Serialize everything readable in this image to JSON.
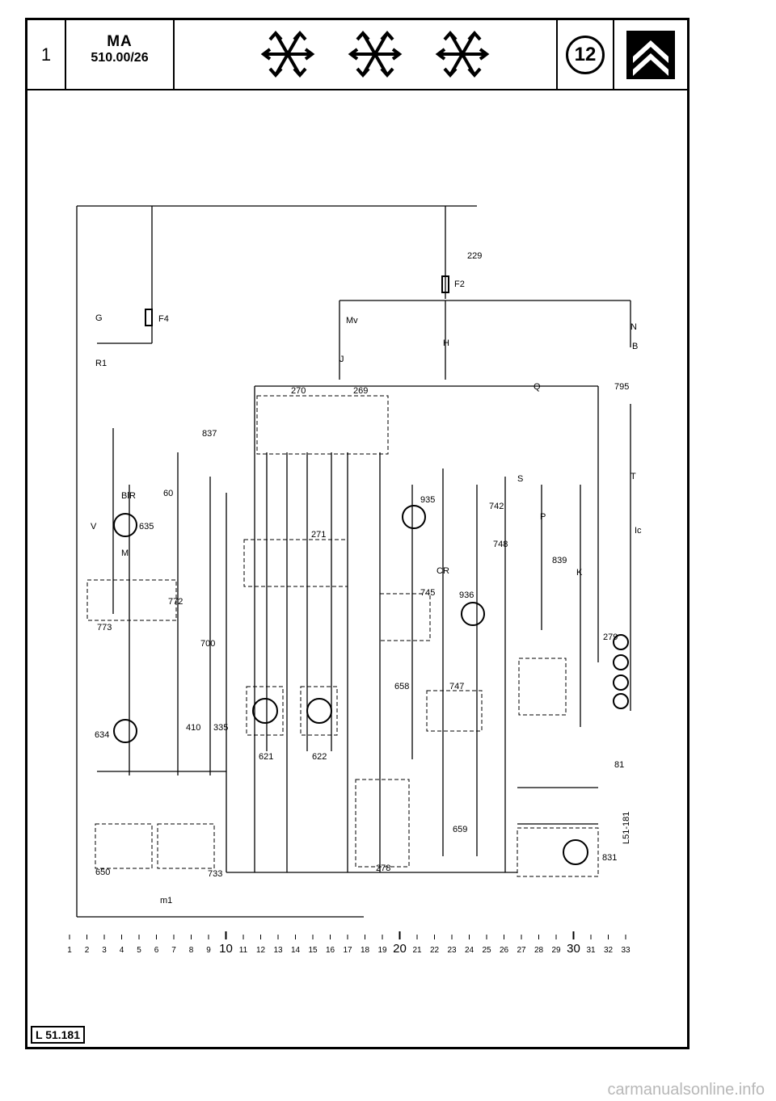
{
  "header": {
    "section_number": "1",
    "model": "MA",
    "doc_ref": "510.00/26",
    "section_badge": "12",
    "icons": [
      "snowflake-icon",
      "snowflake-icon",
      "snowflake-icon",
      "citroen-chevron-logo"
    ]
  },
  "diagram": {
    "components": [
      {
        "id": "229",
        "label": "229"
      },
      {
        "id": "F2",
        "label": "F2"
      },
      {
        "id": "F4",
        "label": "F4"
      },
      {
        "id": "R1",
        "label": "R1"
      },
      {
        "id": "270",
        "label": "270"
      },
      {
        "id": "269",
        "label": "269"
      },
      {
        "id": "837",
        "label": "837"
      },
      {
        "id": "795",
        "label": "795"
      },
      {
        "id": "635",
        "label": "635"
      },
      {
        "id": "271",
        "label": "271"
      },
      {
        "id": "935",
        "label": "935"
      },
      {
        "id": "742",
        "label": "742"
      },
      {
        "id": "748",
        "label": "748"
      },
      {
        "id": "839",
        "label": "839"
      },
      {
        "id": "772",
        "label": "772"
      },
      {
        "id": "773",
        "label": "773"
      },
      {
        "id": "745",
        "label": "745"
      },
      {
        "id": "936",
        "label": "936"
      },
      {
        "id": "700",
        "label": "700"
      },
      {
        "id": "279",
        "label": "279"
      },
      {
        "id": "634",
        "label": "634"
      },
      {
        "id": "410",
        "label": "410"
      },
      {
        "id": "335",
        "label": "335"
      },
      {
        "id": "621",
        "label": "621"
      },
      {
        "id": "622",
        "label": "622"
      },
      {
        "id": "658",
        "label": "658"
      },
      {
        "id": "747",
        "label": "747"
      },
      {
        "id": "81",
        "label": "81"
      },
      {
        "id": "659",
        "label": "659"
      },
      {
        "id": "650",
        "label": "650"
      },
      {
        "id": "733",
        "label": "733"
      },
      {
        "id": "278",
        "label": "278"
      },
      {
        "id": "831",
        "label": "831"
      },
      {
        "id": "m1",
        "label": "m1"
      },
      {
        "id": "60",
        "label": "60"
      }
    ],
    "wire_colors": [
      "G",
      "V",
      "J",
      "Mv",
      "H",
      "Q",
      "B",
      "N",
      "CR",
      "K",
      "P",
      "T",
      "Bl",
      "M",
      "R",
      "S",
      "Ic"
    ],
    "drawing_ref": "L51-181",
    "scale": [
      "1",
      "2",
      "3",
      "4",
      "5",
      "6",
      "7",
      "8",
      "9",
      "10",
      "11",
      "12",
      "13",
      "14",
      "15",
      "16",
      "17",
      "18",
      "19",
      "20",
      "21",
      "22",
      "23",
      "24",
      "25",
      "26",
      "27",
      "28",
      "29",
      "30",
      "31",
      "32",
      "33"
    ]
  },
  "footer": {
    "reference": "L 51.181"
  },
  "watermark": "carmanualsonline.info"
}
